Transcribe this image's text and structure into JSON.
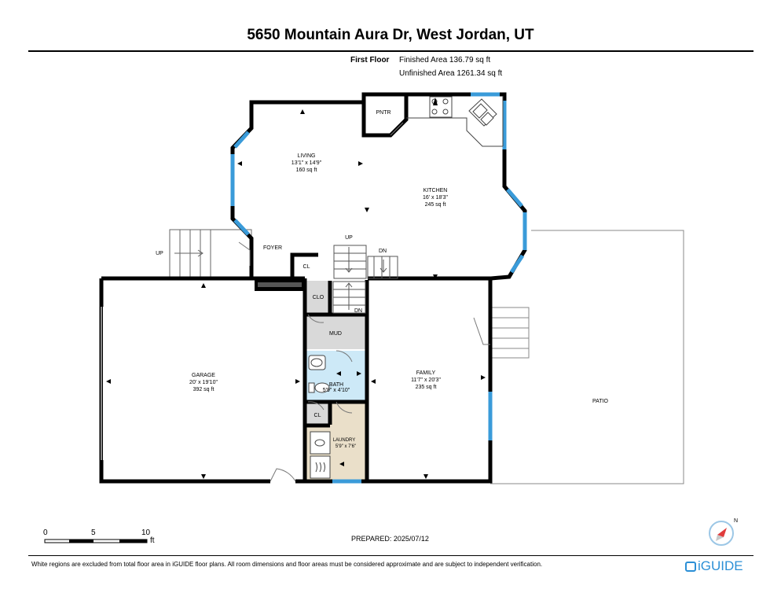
{
  "header": {
    "address": "5650 Mountain Aura Dr, West Jordan, UT",
    "floor_name": "First Floor",
    "finished_area": "Finished Area 136.79 sq ft",
    "unfinished_area": "Unfinished Area 1261.34 sq ft"
  },
  "rooms": {
    "living": {
      "name": "LIVING",
      "dims": "13'1\" x 14'9\"",
      "area": "160 sq ft"
    },
    "kitchen": {
      "name": "KITCHEN",
      "dims": "16' x 18'3\"",
      "area": "245 sq ft"
    },
    "garage": {
      "name": "GARAGE",
      "dims": "20' x 19'10\"",
      "area": "392 sq ft"
    },
    "family": {
      "name": "FAMILY",
      "dims": "11'7\" x 20'3\"",
      "area": "235 sq ft"
    },
    "bath": {
      "name": "BATH",
      "dims": "5'9\" x 4'10\""
    },
    "laundry": {
      "name": "LAUNDRY",
      "dims": "5'9\" x 7'6\""
    },
    "pntr": "PNTR",
    "foyer": "FOYER",
    "cl_foyer": "CL",
    "clo": "CLO",
    "mud": "MUD",
    "cl_laundry": "CL",
    "patio": "PATIO"
  },
  "stairs": {
    "up_left": "UP",
    "up_center": "UP",
    "dn_center": "DN",
    "dn_mud": "DN"
  },
  "scale": {
    "tick0": "0",
    "tick5": "5",
    "tick10": "10",
    "unit": "ft"
  },
  "compass_letter": "N",
  "footer": {
    "prepared": "PREPARED: 2025/07/12",
    "disclaimer": "White regions are excluded from total floor area in iGUIDE floor plans. All room dimensions and floor areas must be considered approximate and are subject to independent verification.",
    "brand": "iGUIDE"
  },
  "colors": {
    "wall": "#000000",
    "window": "#3a9bd9",
    "bath_fill": "#cde9f7",
    "laundry_fill": "#eadfc9",
    "grey_fill": "#d9d9d9",
    "brand": "#2b8fd6",
    "compass_needle": "#e03c3c"
  }
}
